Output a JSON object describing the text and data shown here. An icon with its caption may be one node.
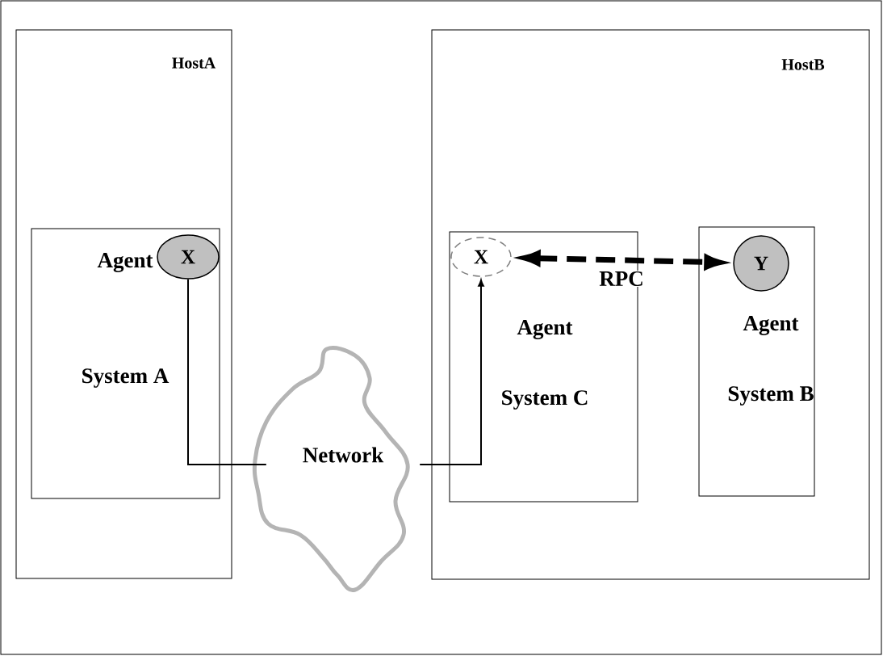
{
  "diagram": {
    "nodes": [
      {
        "text": [
          "HostA"
        ]
      },
      {
        "text": [
          "Agent",
          "System A"
        ],
        "in": 0
      },
      {
        "text": [
          "X"
        ],
        "in": 1
      },
      {
        "text": [
          "HostB"
        ]
      },
      {
        "text": [
          "Agent",
          "System C"
        ],
        "in": 3
      },
      {
        "text": [
          "X"
        ],
        "in": 4
      },
      {
        "text": [
          "Agent",
          "System B"
        ],
        "in": 3
      },
      {
        "text": [
          "Y"
        ],
        "in": 6
      },
      {
        "text": [
          "Network"
        ]
      }
    ],
    "edges": [
      {
        "from": 2,
        "to": 8,
        "arrow": "none"
      },
      {
        "from": 8,
        "to": 5,
        "arrow": "to"
      },
      {
        "from": 5,
        "to": 7,
        "arrow": "both",
        "label": "RPC",
        "style": "dashed"
      }
    ]
  }
}
